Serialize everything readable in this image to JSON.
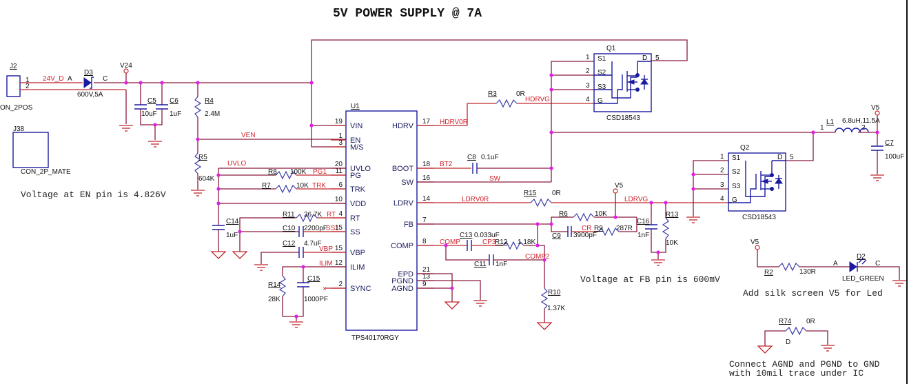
{
  "title": "5V POWER SUPPLY @ 7A",
  "colors": {
    "wire": "#8b1a3a",
    "net_label": "#d0202a",
    "component": "#1a1aa0",
    "junction": "#e020e0"
  },
  "notes": {
    "en_voltage": "Voltage at EN pin is 4.826V",
    "fb_voltage": "Voltage at FB pin is 600mV",
    "silk": "Add silk screen V5 for Led",
    "gnd_line1": "Connect AGND and PGND to GND",
    "gnd_line2": "with 10mil trace under IC"
  },
  "connectors": {
    "j2": {
      "ref": "J2",
      "value": "ON_2POS",
      "pin1": "1",
      "pin2": "2"
    },
    "j38": {
      "ref": "J38",
      "value": "CON_2P_MATE"
    }
  },
  "test_points": {
    "v24": "V24",
    "v5a": "V5",
    "v5b": "V5",
    "v5c": "V5"
  },
  "nets": {
    "n24vd": "24V_D",
    "ven": "VEN",
    "uvlo": "UVLO",
    "pg1": "PG1",
    "trk": "TRK",
    "rt": "RT",
    "ss1": "SS1",
    "vbp": "VBP",
    "ilim": "ILIM",
    "hdrv0r": "HDRV0R",
    "hdrvg": "HDRVG",
    "bt2": "BT2",
    "sw": "SW",
    "ldrv0r": "LDRV0R",
    "ldrvg": "LDRVG",
    "comp": "COMP",
    "cp3": "CP3",
    "comp2": "COMP2",
    "cr": "CR"
  },
  "diodes": {
    "d3": {
      "ref": "D3",
      "value": "600V,5A",
      "a": "A",
      "c": "C"
    },
    "d2": {
      "ref": "D2",
      "value": "LED_GREEN",
      "a": "A",
      "c": "C"
    }
  },
  "caps": {
    "c5": {
      "ref": "C5",
      "value": "10uF"
    },
    "c6": {
      "ref": "C6",
      "value": "1uF"
    },
    "c14": {
      "ref": "C14",
      "value": "1uF"
    },
    "c10": {
      "ref": "C10",
      "value": "2200pF"
    },
    "c12": {
      "ref": "C12",
      "value": "4.7uF"
    },
    "c15": {
      "ref": "C15",
      "value": "1000PF"
    },
    "c8": {
      "ref": "C8",
      "value": "0.1uF"
    },
    "c13": {
      "ref": "C13",
      "value": "0.033uF"
    },
    "c11": {
      "ref": "C11",
      "value": "1nF"
    },
    "c9": {
      "ref": "C9",
      "value": "3900pF"
    },
    "c16": {
      "ref": "C16",
      "value": "1nF"
    },
    "c7": {
      "ref": "C7",
      "value": "100uF"
    }
  },
  "resistors": {
    "r4": {
      "ref": "R4",
      "value": "2.4M"
    },
    "r5": {
      "ref": "R5",
      "value": "604K"
    },
    "r8": {
      "ref": "R8",
      "value": "100K"
    },
    "r7": {
      "ref": "R7",
      "value": "10K"
    },
    "r11": {
      "ref": "R11",
      "value": "26.7K"
    },
    "r14": {
      "ref": "R14",
      "value": "28K"
    },
    "r3": {
      "ref": "R3",
      "value": "0R"
    },
    "r15": {
      "ref": "R15",
      "value": "0R"
    },
    "r6": {
      "ref": "R6",
      "value": "10K"
    },
    "r9": {
      "ref": "R9",
      "value": "287R"
    },
    "r12": {
      "ref": "R12",
      "value": "1.18K"
    },
    "r10": {
      "ref": "R10",
      "value": "1.37K"
    },
    "r13": {
      "ref": "R13",
      "value": "10K"
    },
    "r2": {
      "ref": "R2",
      "value": "130R"
    },
    "r74": {
      "ref": "R74",
      "value": "0R",
      "extra": "D"
    }
  },
  "inductor": {
    "ref": "L1",
    "value": "6.8uH,11.5A",
    "p1": "1",
    "p2": "2"
  },
  "u1": {
    "ref": "U1",
    "part": "TPS40170RGY",
    "left_pins": [
      {
        "num": "19",
        "name": "VIN"
      },
      {
        "num": "1",
        "name": "EN"
      },
      {
        "num": "3",
        "name": "M/S"
      },
      {
        "num": "20",
        "name": "UVLO"
      },
      {
        "num": "11",
        "name": "PG"
      },
      {
        "num": "6",
        "name": "TRK"
      },
      {
        "num": "10",
        "name": "VDD"
      },
      {
        "num": "4",
        "name": "RT"
      },
      {
        "num": "15",
        "name": "SS"
      },
      {
        "num": "15",
        "name": "VBP"
      },
      {
        "num": "12",
        "name": "ILIM"
      },
      {
        "num": "2",
        "name": "SYNC"
      }
    ],
    "right_pins": [
      {
        "num": "17",
        "name": "HDRV"
      },
      {
        "num": "18",
        "name": "BOOT"
      },
      {
        "num": "16",
        "name": "SW"
      },
      {
        "num": "14",
        "name": "LDRV"
      },
      {
        "num": "7",
        "name": "FB"
      },
      {
        "num": "8",
        "name": "COMP"
      },
      {
        "num": "21",
        "name": "EPD"
      },
      {
        "num": "13",
        "name": "PGND"
      },
      {
        "num": "9",
        "name": "AGND"
      }
    ]
  },
  "mosfets": {
    "q1": {
      "ref": "Q1",
      "part": "CSD18543",
      "pins": [
        {
          "num": "1",
          "name": "S1"
        },
        {
          "num": "2",
          "name": "S2"
        },
        {
          "num": "3",
          "name": "S3"
        },
        {
          "num": "4",
          "name": "G"
        }
      ],
      "drain_num": "5",
      "drain_name": "D"
    },
    "q2": {
      "ref": "Q2",
      "part": "CSD18543",
      "pins": [
        {
          "num": "1",
          "name": "S1"
        },
        {
          "num": "2",
          "name": "S2"
        },
        {
          "num": "3",
          "name": "S3"
        },
        {
          "num": "4",
          "name": "G"
        }
      ],
      "drain_num": "5",
      "drain_name": "D"
    }
  }
}
